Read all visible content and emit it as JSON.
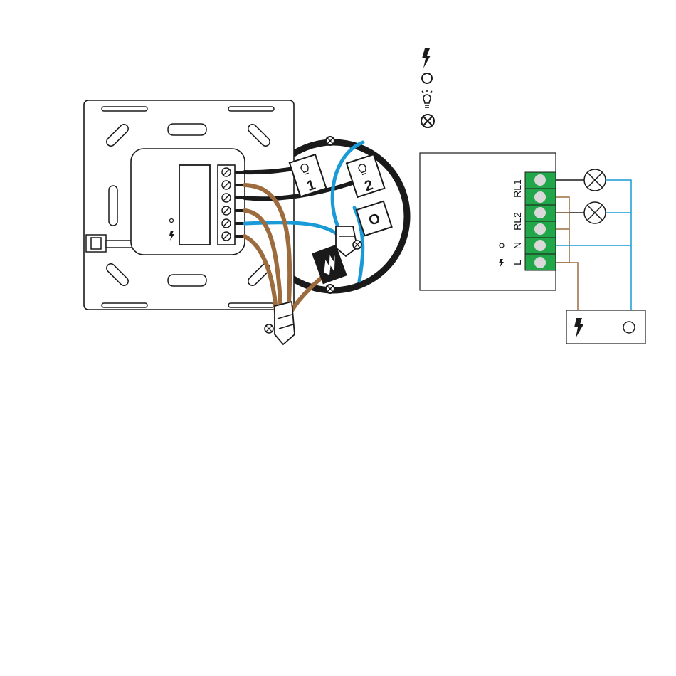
{
  "colors": {
    "line": "#1a1a1a",
    "live_wire": "#9c6b3e",
    "neutral_wire": "#1a9ad6",
    "switched_wire": "#1a1a1a",
    "terminal_green": "#22a64a",
    "terminal_screw": "#d9d9d9"
  },
  "legend": {
    "items": [
      {
        "icon": "lightning-icon"
      },
      {
        "icon": "circle-icon"
      },
      {
        "icon": "bulb-icon"
      },
      {
        "icon": "lamp-cross-icon"
      }
    ]
  },
  "installation": {
    "tags": {
      "light_1": "1",
      "light_2": "2",
      "neutral": "O",
      "live": "lightning-icon"
    }
  },
  "schematic": {
    "relay_labels": [
      "RL1",
      "RL2"
    ],
    "neutral_label": "N",
    "live_label": "L",
    "neutral_symbol": "circle-icon",
    "live_symbol": "lightning-icon",
    "supply_box": {
      "left_icon": "lightning-icon",
      "right_icon": "circle-icon"
    },
    "lamps": [
      "lamp-cross-icon",
      "lamp-cross-icon"
    ]
  }
}
